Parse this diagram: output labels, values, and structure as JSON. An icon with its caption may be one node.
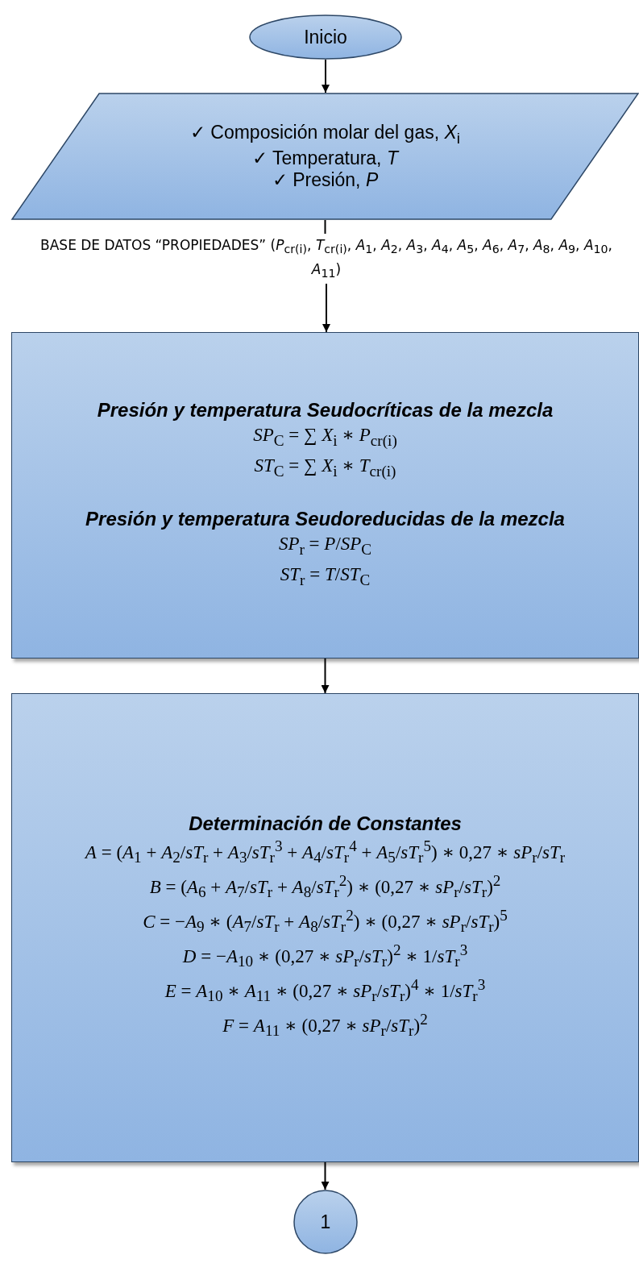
{
  "diagram": {
    "nodes": [
      {
        "text": [
          "Inicio"
        ]
      },
      {
        "text": [
          "✓ Composición molar del gas, *X*$_{i}$",
          "✓ Temperatura, *T*",
          "✓ Presión, *P*"
        ]
      },
      {
        "text": [
          "BASE DE DATOS “PROPIEDADES” (*P*$_{cr(i)}$, *T*$_{cr(i)}$, *A*$_{1}$, *A*$_{2}$, *A*$_{3}$, *A*$_{4}$, *A*$_{5}$, *A*$_{6}$, *A*$_{7}$, *A*$_{8}$, *A*$_{9}$, *A*$_{10}$, *A*$_{11}$)"
        ]
      },
      {
        "text": [
          "Presión y temperatura Seudocríticas de la mezcla",
          "*SP*$_{C}$ = ∑ *X*$_{i}$ ∗ *P*$_{cr(i)}$",
          "*ST*$_{C}$ = ∑ *X*$_{i}$ ∗ *T*$_{cr(i)}$",
          "Presión y temperatura Seudoreducidas de la mezcla",
          "*SP*$_{r}$ = *P*/*SP*$_{C}$",
          "*ST*$_{r}$ = *T*/*ST*$_{C}$"
        ]
      },
      {
        "text": [
          "Determinación de Constantes",
          "*A* = (*A*$_{1}$ + *A*$_{2}$/*sT*$_{r}$ + *A*$_{3}$/*sT*$_{r}$$^{3}$ + *A*$_{4}$/*sT*$_{r}$$^{4}$ + *A*$_{5}$/*sT*$_{r}$$^{5}$) ∗ 0,27 ∗ *sP*$_{r}$/*sT*$_{r}$",
          "*B* = (*A*$_{6}$ + *A*$_{7}$/*sT*$_{r}$ + *A*$_{8}$/*sT*$_{r}$$^{2}$) ∗ (0,27 ∗ *sP*$_{r}$/*sT*$_{r}$)$^{2}$",
          "*C* = −*A*$_{9}$ ∗ (*A*$_{7}$/*sT*$_{r}$ + *A*$_{8}$/*sT*$_{r}$$^{2}$) ∗ (0,27 ∗ *sP*$_{r}$/*sT*$_{r}$)$^{5}$",
          "*D* = −*A*$_{10}$ ∗ (0,27 ∗ *sP*$_{r}$/*sT*$_{r}$)$^{2}$ ∗ 1/*sT*$_{r}$$^{3}$",
          "*E* = *A*$_{10}$ ∗ *A*$_{11}$ ∗ (0,27 ∗ *sP*$_{r}$/*sT*$_{r}$)$^{4}$ ∗ 1/*sT*$_{r}$$^{3}$",
          "*F* = *A*$_{11}$ ∗ (0,27 ∗ *sP*$_{r}$/*sT*$_{r}$)$^{2}$"
        ]
      },
      {
        "text": [
          "1"
        ]
      }
    ],
    "edges": [
      {
        "from": 0,
        "to": 1,
        "arrow": "to"
      },
      {
        "from": 1,
        "to": 2,
        "arrow": "none"
      },
      {
        "from": 2,
        "to": 3,
        "arrow": "to"
      },
      {
        "from": 3,
        "to": 4,
        "arrow": "to"
      },
      {
        "from": 4,
        "to": 5,
        "arrow": "to"
      }
    ]
  }
}
